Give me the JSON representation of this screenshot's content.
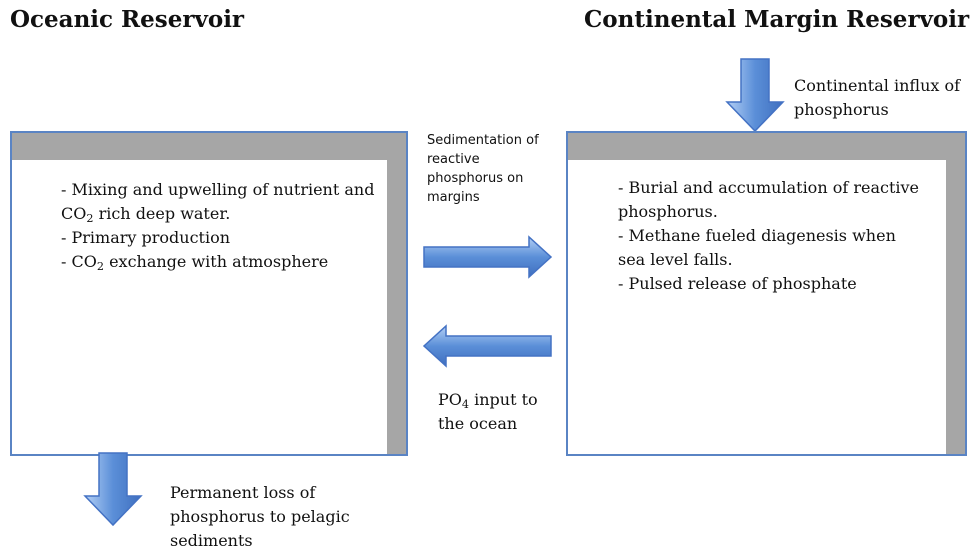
{
  "titles": {
    "left": "Oceanic Reservoir",
    "right": "Continental Margin Reservoir"
  },
  "oceanic": {
    "items": [
      {
        "pre": "- Mixing and upwelling of nutrient and CO",
        "sub": "2",
        "post": " rich deep water."
      },
      {
        "pre": "- Primary production",
        "sub": "",
        "post": ""
      },
      {
        "pre": "- CO",
        "sub": "2",
        "post": " exchange with atmosphere"
      }
    ]
  },
  "margin": {
    "items": [
      "- Burial and accumulation of reactive phosphorus.",
      "- Methane fueled diagenesis when sea level falls.",
      "- Pulsed release of phosphate"
    ]
  },
  "captions": {
    "influx": "Continental influx of phosphorus",
    "sedimentation": "Sedimentation of reactive phosphorus on margins",
    "po4_pre": "PO",
    "po4_sub": "4",
    "po4_post": " input to the ocean",
    "loss": "Permanent loss of phosphorus to pelagic sediments"
  },
  "colors": {
    "arrow_fill": "#5b8fd8",
    "arrow_light": "#b3cff5",
    "arrow_stroke": "#4472c4",
    "box_border": "#5a84c4",
    "box_shade": "#a6a6a6"
  }
}
